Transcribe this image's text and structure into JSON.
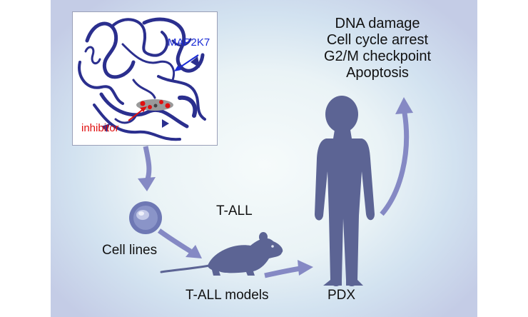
{
  "structure": {
    "protein_label": "MAP2K7",
    "inhibitor_label": "inhibitor",
    "protein_color": "#2b2f8e",
    "protein_label_color": "#1a2bd6",
    "inhibitor_color": "#e01010"
  },
  "workflow": {
    "cell_lines_label": "Cell lines",
    "disease_label": "T-ALL",
    "mouse_label": "T-ALL models",
    "pdx_label": "PDX"
  },
  "outcomes": [
    "DNA damage",
    "Cell cycle arrest",
    "G2/M checkpoint",
    "Apoptosis"
  ],
  "colors": {
    "arrow": "#8589c4",
    "silhouette": "#5c6494",
    "cell": "#6e78b4"
  }
}
